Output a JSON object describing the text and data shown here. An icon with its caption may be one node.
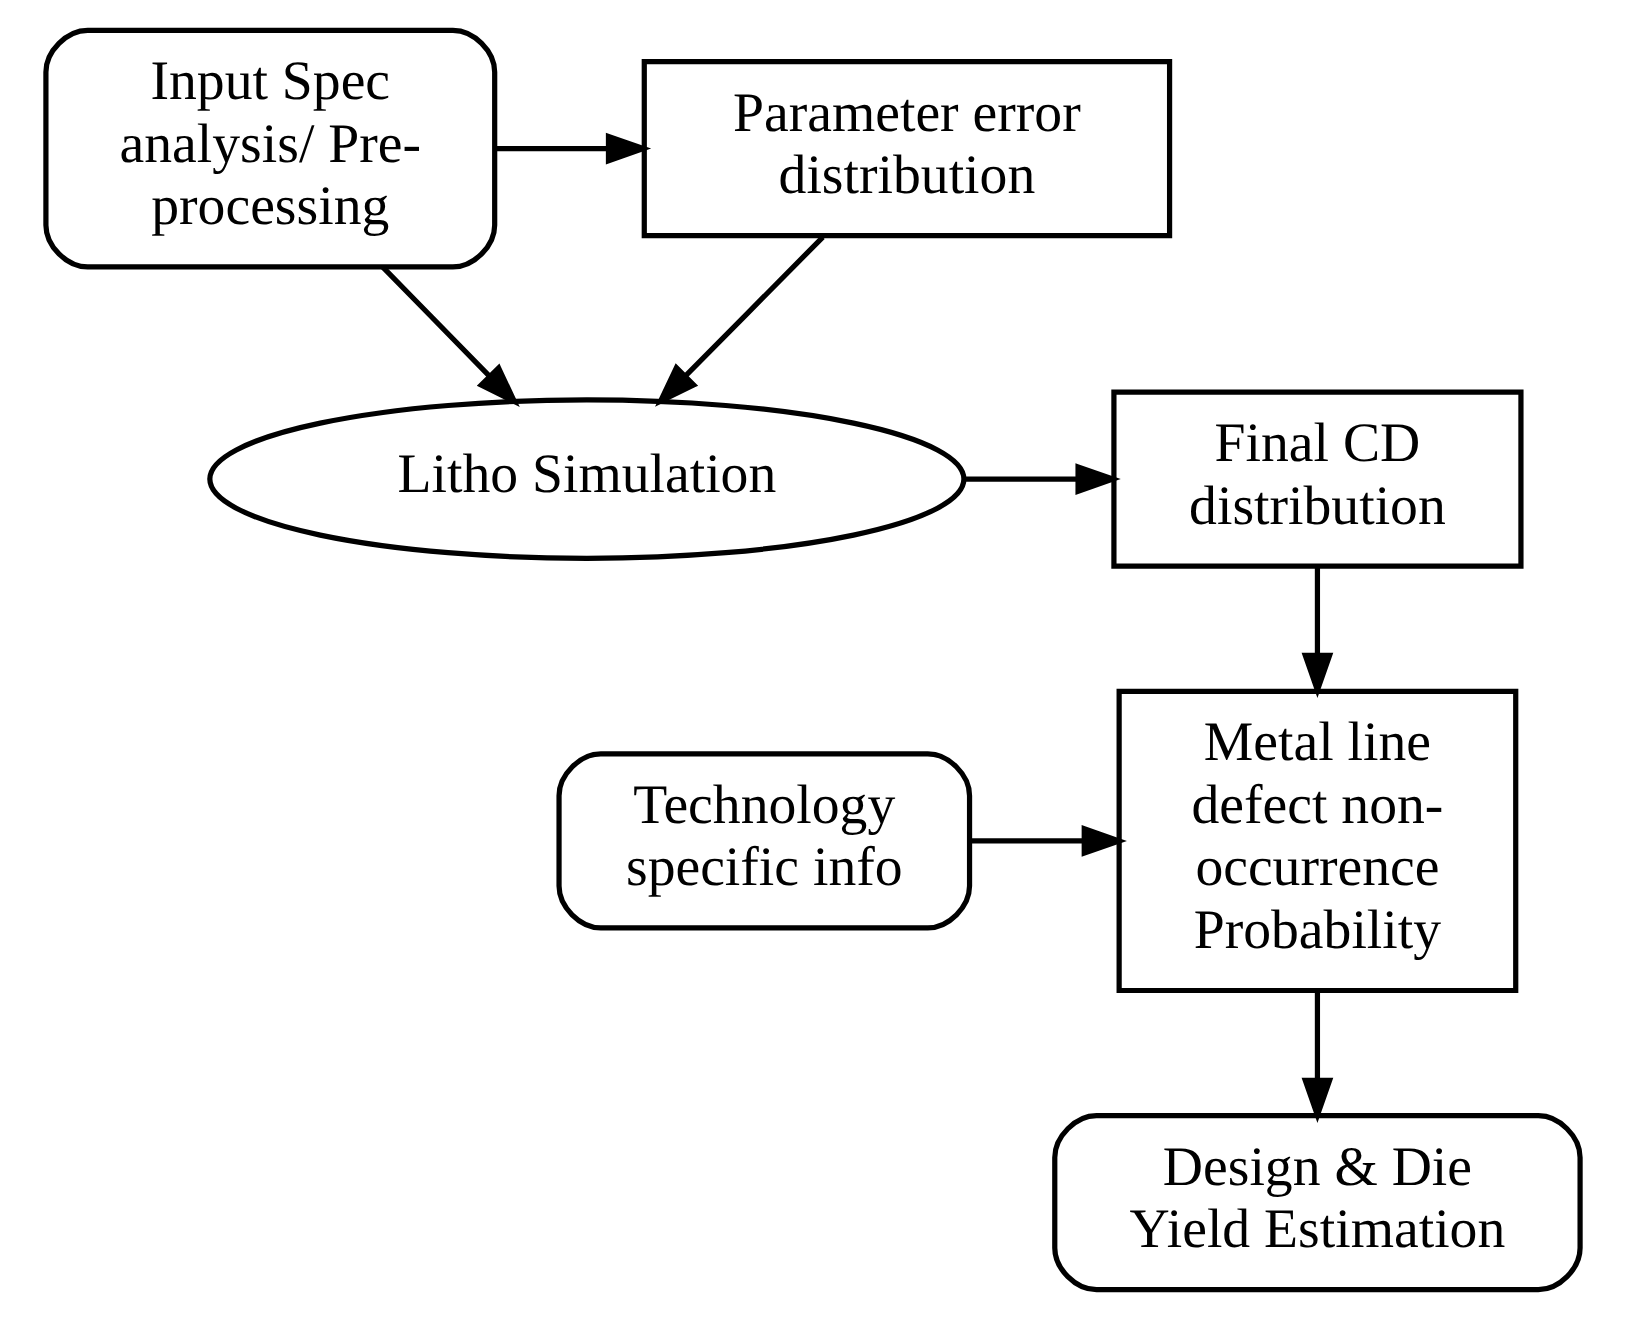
{
  "diagram": {
    "nodes": [
      {
        "text": [
          "Input Spec analysis/ Pre-processing"
        ]
      },
      {
        "text": [
          "Parameter error distribution"
        ]
      },
      {
        "text": [
          "Litho Simulation"
        ]
      },
      {
        "text": [
          "Final CD distribution"
        ]
      },
      {
        "text": [
          "Metal line defect non-occurrence Probability"
        ]
      },
      {
        "text": [
          "Technology specific info"
        ]
      },
      {
        "text": [
          "Design & Die Yield Estimation"
        ]
      }
    ],
    "edges": [
      {
        "from": 0,
        "to": 1,
        "arrow": "to"
      },
      {
        "from": 0,
        "to": 2,
        "arrow": "to"
      },
      {
        "from": 1,
        "to": 2,
        "arrow": "to"
      },
      {
        "from": 2,
        "to": 3,
        "arrow": "to"
      },
      {
        "from": 3,
        "to": 4,
        "arrow": "to"
      },
      {
        "from": 5,
        "to": 4,
        "arrow": "to"
      },
      {
        "from": 4,
        "to": 6,
        "arrow": "to"
      }
    ]
  }
}
